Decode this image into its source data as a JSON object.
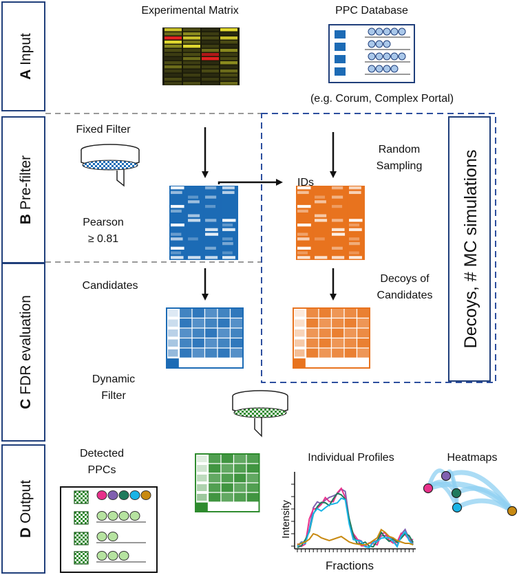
{
  "sections": [
    {
      "letter": "A",
      "name": "Input"
    },
    {
      "letter": "B",
      "name": "Pre-filter"
    },
    {
      "letter": "C",
      "name": "FDR evaluation"
    },
    {
      "letter": "D",
      "name": "Output"
    }
  ],
  "input": {
    "matrix_label": "Experimental Matrix",
    "database_label": "PPC Database",
    "database_examples": "(e.g. Corum, Complex Portal)"
  },
  "prefilter": {
    "fixed_filter": "Fixed Filter",
    "pearson_line1": "Pearson",
    "pearson_line2": "≥ 0.81",
    "ids": "IDs",
    "random_line1": "Random",
    "random_line2": "Sampling"
  },
  "fdr": {
    "candidates": "Candidates",
    "decoys_line1": "Decoys of",
    "decoys_line2": "Candidates",
    "dynamic_line1": "Dynamic",
    "dynamic_line2": "Filter"
  },
  "side_label": "Decoys, # MC simulations",
  "output": {
    "detected_line1": "Detected",
    "detected_line2": "PPCs",
    "profiles_label": "Individual Profiles",
    "profiles_ylabel": "Intensity",
    "profiles_xlabel": "Fractions",
    "heatmaps_label": "Heatmaps"
  },
  "colors": {
    "frame_blue": "#1f3e7a",
    "matrix_blue": "#1c6bb5",
    "matrix_orange": "#e8731e",
    "matrix_green": "#2e8b2e",
    "dash_grey": "#999999",
    "dash_blue": "#2c4e9e",
    "profile_pink": "#e8318b",
    "profile_purple": "#8060b0",
    "profile_teal": "#1f7a5c",
    "profile_cyan": "#1ab4e6",
    "profile_gold": "#c88a12"
  }
}
